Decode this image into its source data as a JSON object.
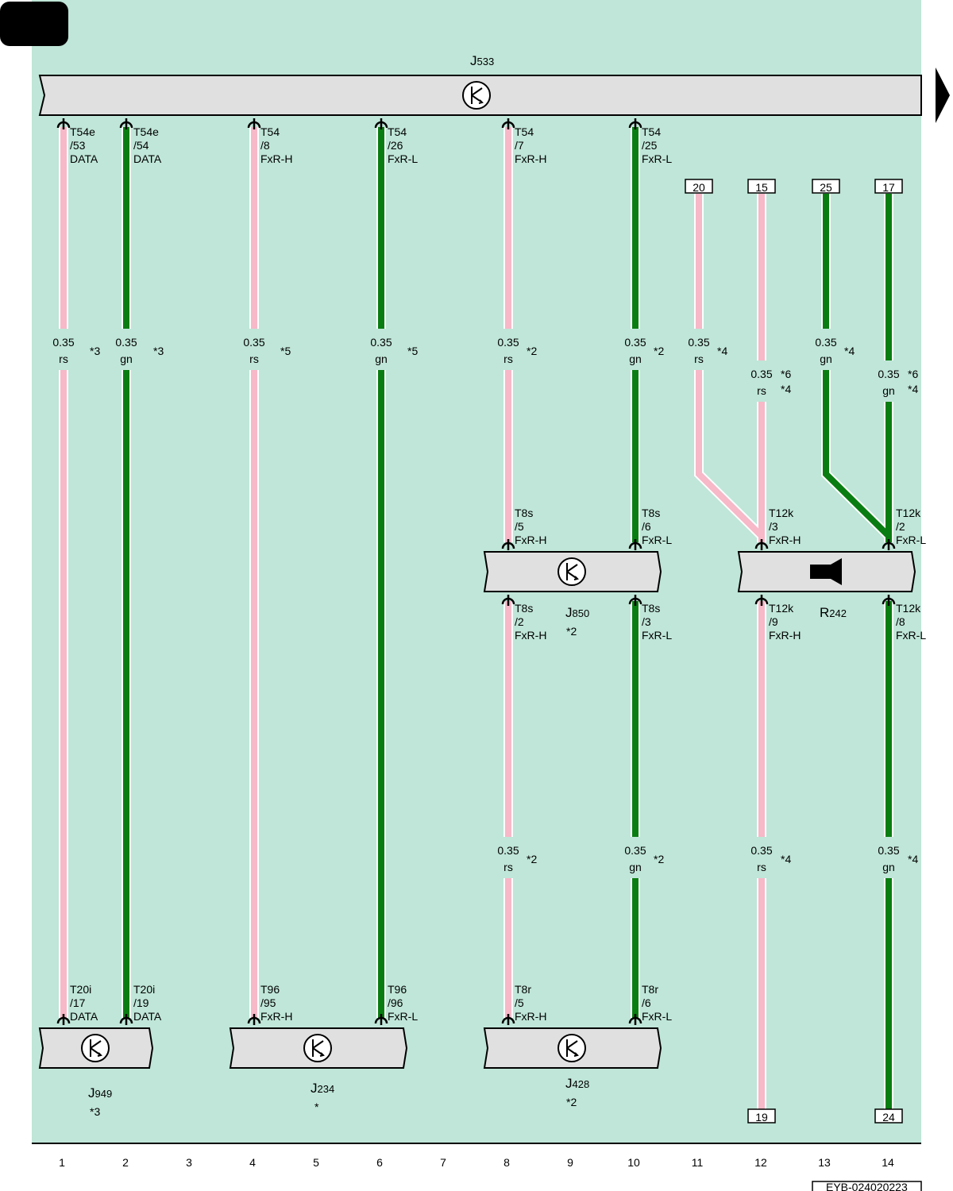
{
  "colors": {
    "background": "#bfe6d8",
    "pink": "#f7b8c8",
    "green": "#0a7d12",
    "box": "#e0e0e0"
  },
  "footer_code": "EYB-024020223",
  "columns": [
    "1",
    "2",
    "3",
    "4",
    "5",
    "6",
    "7",
    "8",
    "9",
    "10",
    "11",
    "12",
    "13",
    "14"
  ],
  "components": [
    {
      "id": "J533",
      "letter": "J",
      "num": "533",
      "note": "",
      "icon": "control-unit-icon"
    },
    {
      "id": "J850",
      "letter": "J",
      "num": "850",
      "note": "*2",
      "icon": "control-unit-icon"
    },
    {
      "id": "R242",
      "letter": "R",
      "num": "242",
      "note": "",
      "icon": "speaker-icon"
    },
    {
      "id": "J949",
      "letter": "J",
      "num": "949",
      "note": "*3",
      "icon": "control-unit-icon"
    },
    {
      "id": "J234",
      "letter": "J",
      "num": "234",
      "note": "*",
      "icon": "control-unit-icon"
    },
    {
      "id": "J428",
      "letter": "J",
      "num": "428",
      "note": "*2",
      "icon": "control-unit-icon"
    }
  ],
  "pins": [
    {
      "lines": [
        "T54e",
        "/53",
        "DATA"
      ]
    },
    {
      "lines": [
        "T54e",
        "/54",
        "DATA"
      ]
    },
    {
      "lines": [
        "T54",
        "/8",
        "FxR-H"
      ]
    },
    {
      "lines": [
        "T54",
        "/26",
        "FxR-L"
      ]
    },
    {
      "lines": [
        "T54",
        "/7",
        "FxR-H"
      ]
    },
    {
      "lines": [
        "T54",
        "/25",
        "FxR-L"
      ]
    },
    {
      "lines": [
        "T8s",
        "/5",
        "FxR-H"
      ]
    },
    {
      "lines": [
        "T8s",
        "/6",
        "FxR-L"
      ]
    },
    {
      "lines": [
        "T8s",
        "/2",
        "FxR-H"
      ]
    },
    {
      "lines": [
        "T8s",
        "/3",
        "FxR-L"
      ]
    },
    {
      "lines": [
        "T12k",
        "/3",
        "FxR-H"
      ]
    },
    {
      "lines": [
        "T12k",
        "/2",
        "FxR-L"
      ]
    },
    {
      "lines": [
        "T12k",
        "/9",
        "FxR-H"
      ]
    },
    {
      "lines": [
        "T12k",
        "/8",
        "FxR-L"
      ]
    },
    {
      "lines": [
        "T20i",
        "/17",
        "DATA"
      ]
    },
    {
      "lines": [
        "T20i",
        "/19",
        "DATA"
      ]
    },
    {
      "lines": [
        "T96",
        "/95",
        "FxR-H"
      ]
    },
    {
      "lines": [
        "T96",
        "/96",
        "FxR-L"
      ]
    },
    {
      "lines": [
        "T8r",
        "/5",
        "FxR-H"
      ]
    },
    {
      "lines": [
        "T8r",
        "/6",
        "FxR-L"
      ]
    }
  ],
  "wire_labels": [
    {
      "size": "0.35",
      "color": "rs",
      "notes": [
        "*3"
      ]
    },
    {
      "size": "0.35",
      "color": "gn",
      "notes": [
        "*3"
      ]
    },
    {
      "size": "0.35",
      "color": "rs",
      "notes": [
        "*5"
      ]
    },
    {
      "size": "0.35",
      "color": "gn",
      "notes": [
        "*5"
      ]
    },
    {
      "size": "0.35",
      "color": "rs",
      "notes": [
        "*2"
      ]
    },
    {
      "size": "0.35",
      "color": "gn",
      "notes": [
        "*2"
      ]
    },
    {
      "size": "0.35",
      "color": "rs",
      "notes": [
        "*4"
      ]
    },
    {
      "size": "0.35",
      "color": "rs",
      "notes": [
        "*6",
        "*4"
      ]
    },
    {
      "size": "0.35",
      "color": "gn",
      "notes": [
        "*4"
      ]
    },
    {
      "size": "0.35",
      "color": "gn",
      "notes": [
        "*6",
        "*4"
      ]
    },
    {
      "size": "0.35",
      "color": "rs",
      "notes": [
        "*2"
      ]
    },
    {
      "size": "0.35",
      "color": "gn",
      "notes": [
        "*2"
      ]
    },
    {
      "size": "0.35",
      "color": "rs",
      "notes": [
        "*4"
      ]
    },
    {
      "size": "0.35",
      "color": "gn",
      "notes": [
        "*4"
      ]
    }
  ],
  "references": [
    "20",
    "15",
    "25",
    "17",
    "19",
    "24"
  ]
}
